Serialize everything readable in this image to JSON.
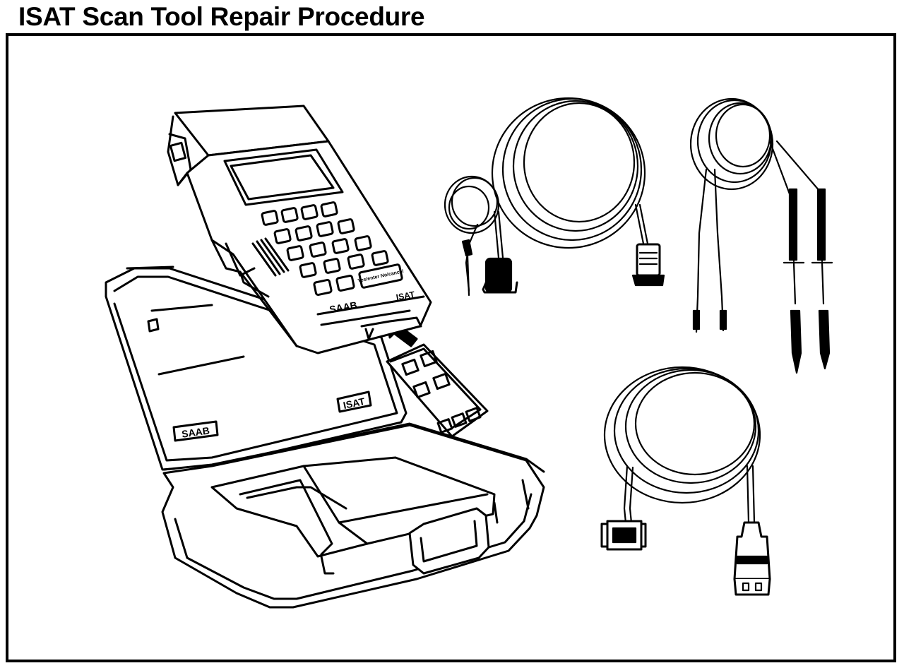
{
  "title": "ISAT Scan Tool Repair Procedure",
  "labels": {
    "tool_brand": "SAAB",
    "tool_model": "ISAT",
    "key_yes_no": "Yes/enter No/cancel",
    "case_isat": "ISAT",
    "case_saab": "SAAB"
  }
}
